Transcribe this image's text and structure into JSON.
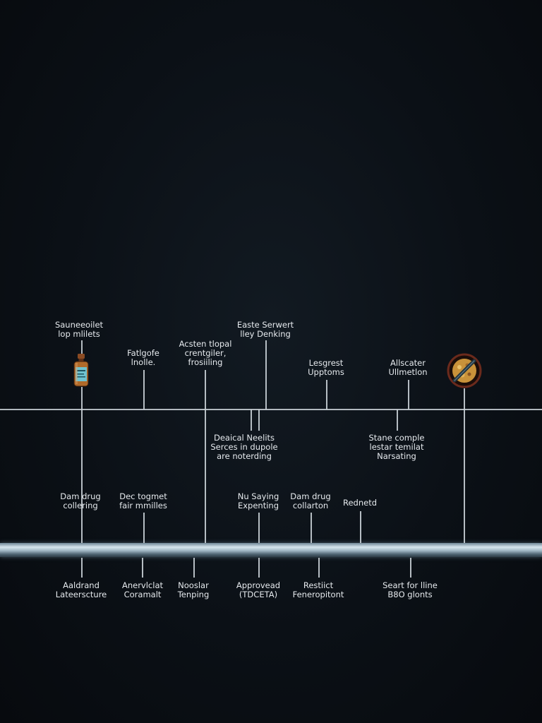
{
  "events": [
    {
      "id": "top-1",
      "lines": [
        "Sauneeoilet",
        "lop mlilets"
      ]
    },
    {
      "id": "top-2",
      "lines": [
        "Fatlgofe",
        "lnolle."
      ]
    },
    {
      "id": "top-3",
      "lines": [
        "Acsten tlopal",
        "crentgiler,",
        "frosiiling"
      ]
    },
    {
      "id": "top-4",
      "lines": [
        "Easte Serwert",
        "lley Denking"
      ]
    },
    {
      "id": "top-5",
      "lines": [
        "Lesgrest",
        "Upptoms"
      ]
    },
    {
      "id": "top-6",
      "lines": [
        "Allscater",
        "Ullmetlon"
      ]
    },
    {
      "id": "mid-1",
      "lines": [
        "Deaical Neelits",
        "Serces in dupole",
        "are noterding"
      ]
    },
    {
      "id": "mid-2",
      "lines": [
        "Stane comple",
        "lestar temilat",
        "Narsating"
      ]
    },
    {
      "id": "low-1",
      "lines": [
        "Dam drug",
        "collering"
      ]
    },
    {
      "id": "low-2",
      "lines": [
        "Dec togmet",
        "fair mmilles"
      ]
    },
    {
      "id": "low-3",
      "lines": [
        "Nu Saying",
        "Expenting"
      ]
    },
    {
      "id": "low-4",
      "lines": [
        "Dam drug",
        "collarton"
      ]
    },
    {
      "id": "low-5",
      "lines": [
        "Rednetd"
      ]
    },
    {
      "id": "bot-1",
      "lines": [
        "Aaldrand",
        "Lateerscture"
      ]
    },
    {
      "id": "bot-2",
      "lines": [
        "Anervlclat",
        "Coramalt"
      ]
    },
    {
      "id": "bot-3",
      "lines": [
        "Nooslar",
        "Tenping"
      ]
    },
    {
      "id": "bot-4",
      "lines": [
        "Approvead",
        "(TDCETA)"
      ]
    },
    {
      "id": "bot-5",
      "lines": [
        "Restiict",
        "Feneropitont"
      ]
    },
    {
      "id": "bot-6",
      "lines": [
        "Seart for lline",
        "B8O glonts"
      ]
    }
  ],
  "icons": {
    "medicine_bottle": "medicine-bottle-icon",
    "prohibited_badge": "prohibited-badge-icon"
  },
  "colors": {
    "background": "#0b1016",
    "line": "#cfd6dc",
    "text": "#e6eaee",
    "pipe_highlight": "#d7e6ee",
    "badge_ring": "#6b2a1c",
    "badge_fill": "#c9923a",
    "bottle_cap": "#8a4a22",
    "bottle_glass": "#b06a2a",
    "bottle_label": "#6fc2cf"
  }
}
